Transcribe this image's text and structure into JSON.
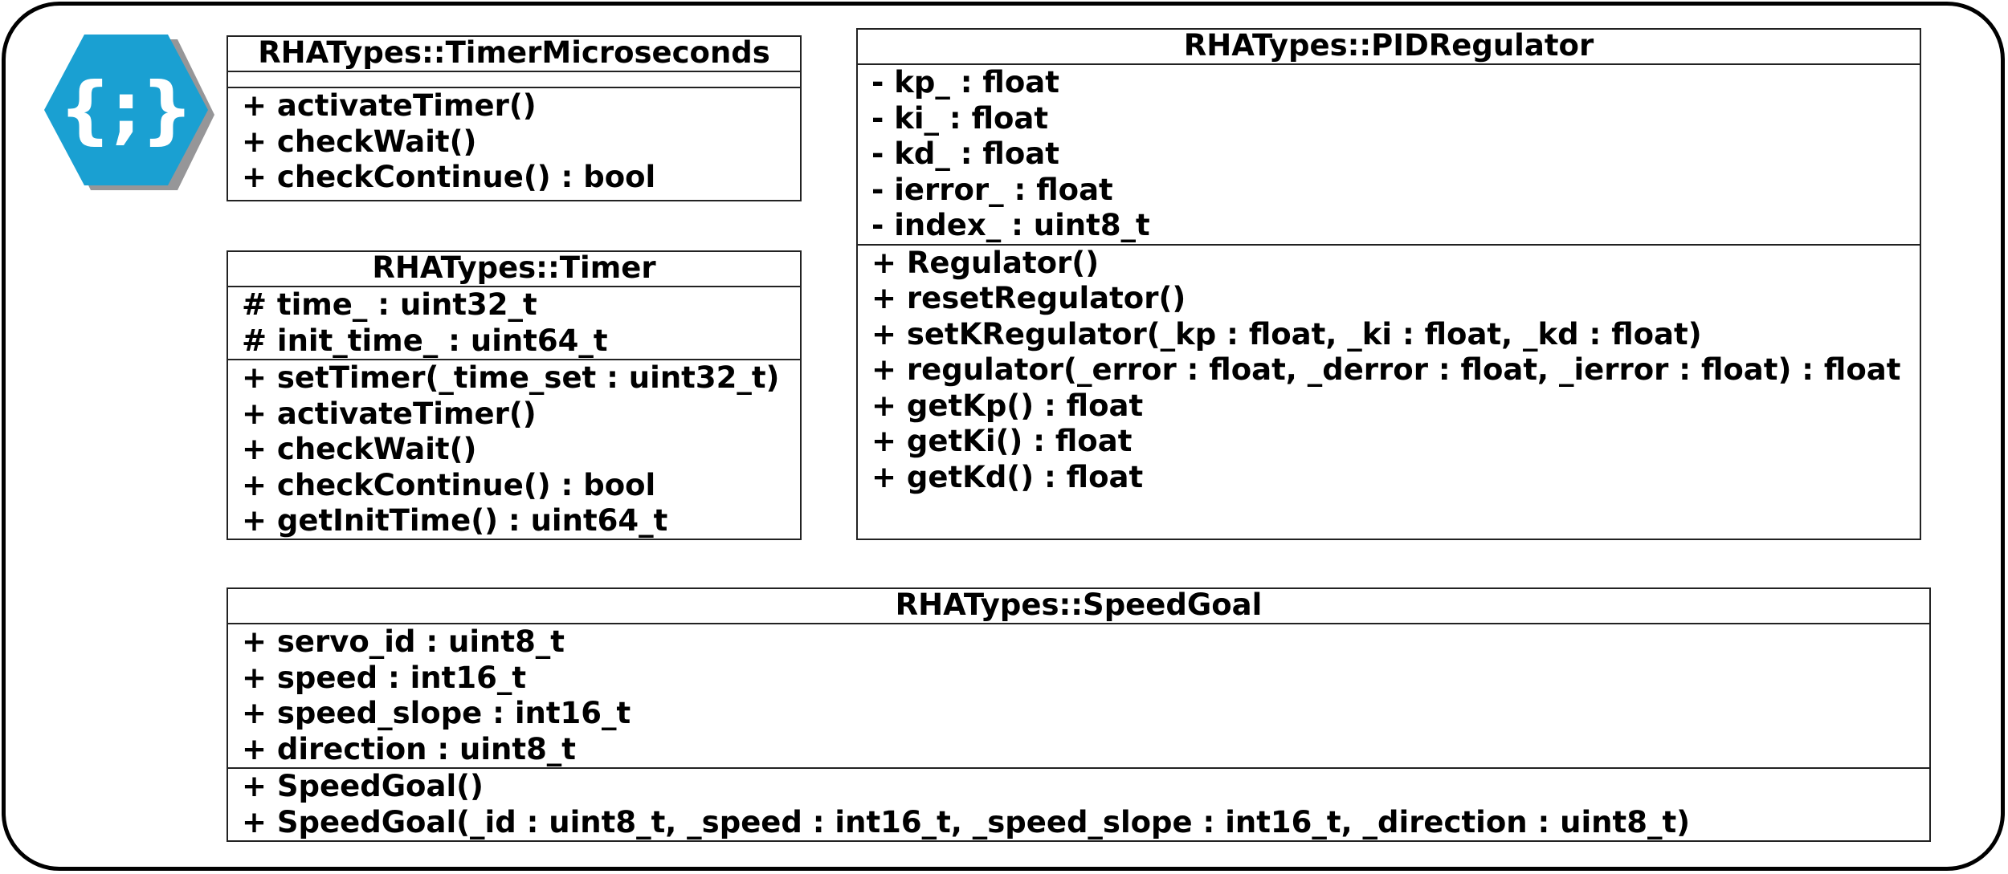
{
  "colors": {
    "logo_fill": "#1aa0d2",
    "logo_shadow": "#3f3f44",
    "logo_glyph": "#ffffff",
    "border": "#222222"
  },
  "logo": {
    "icon": "curly-braces-semicolon-icon",
    "glyph": "{;}"
  },
  "classes": {
    "timer_microseconds": {
      "name": "RHATypes::TimerMicroseconds",
      "attributes": [],
      "methods": [
        "+ activateTimer()",
        "+ checkWait()",
        "+ checkContinue() : bool"
      ]
    },
    "timer": {
      "name": "RHATypes::Timer",
      "attributes": [
        "# time_ : uint32_t",
        "# init_time_ : uint64_t"
      ],
      "methods": [
        "+ setTimer(_time_set : uint32_t)",
        "+ activateTimer()",
        "+ checkWait()",
        "+ checkContinue() : bool",
        "+ getInitTime() : uint64_t"
      ]
    },
    "pid_regulator": {
      "name": "RHATypes::PIDRegulator",
      "attributes": [
        "- kp_ : float",
        "- ki_ : float",
        "- kd_ : float",
        "- ierror_ : float",
        "- index_ : uint8_t"
      ],
      "methods": [
        "+ Regulator()",
        "+ resetRegulator()",
        "+ setKRegulator(_kp : float, _ki : float, _kd : float)",
        "+ regulator(_error : float, _derror : float, _ierror : float) : float",
        "+ getKp() : float",
        "+ getKi() : float",
        "+ getKd() : float"
      ]
    },
    "speed_goal": {
      "name": "RHATypes::SpeedGoal",
      "attributes": [
        "+ servo_id : uint8_t",
        "+ speed : int16_t",
        "+ speed_slope : int16_t",
        "+ direction : uint8_t"
      ],
      "methods": [
        "+ SpeedGoal()",
        "+ SpeedGoal(_id : uint8_t, _speed : int16_t, _speed_slope : int16_t, _direction : uint8_t)"
      ]
    }
  }
}
